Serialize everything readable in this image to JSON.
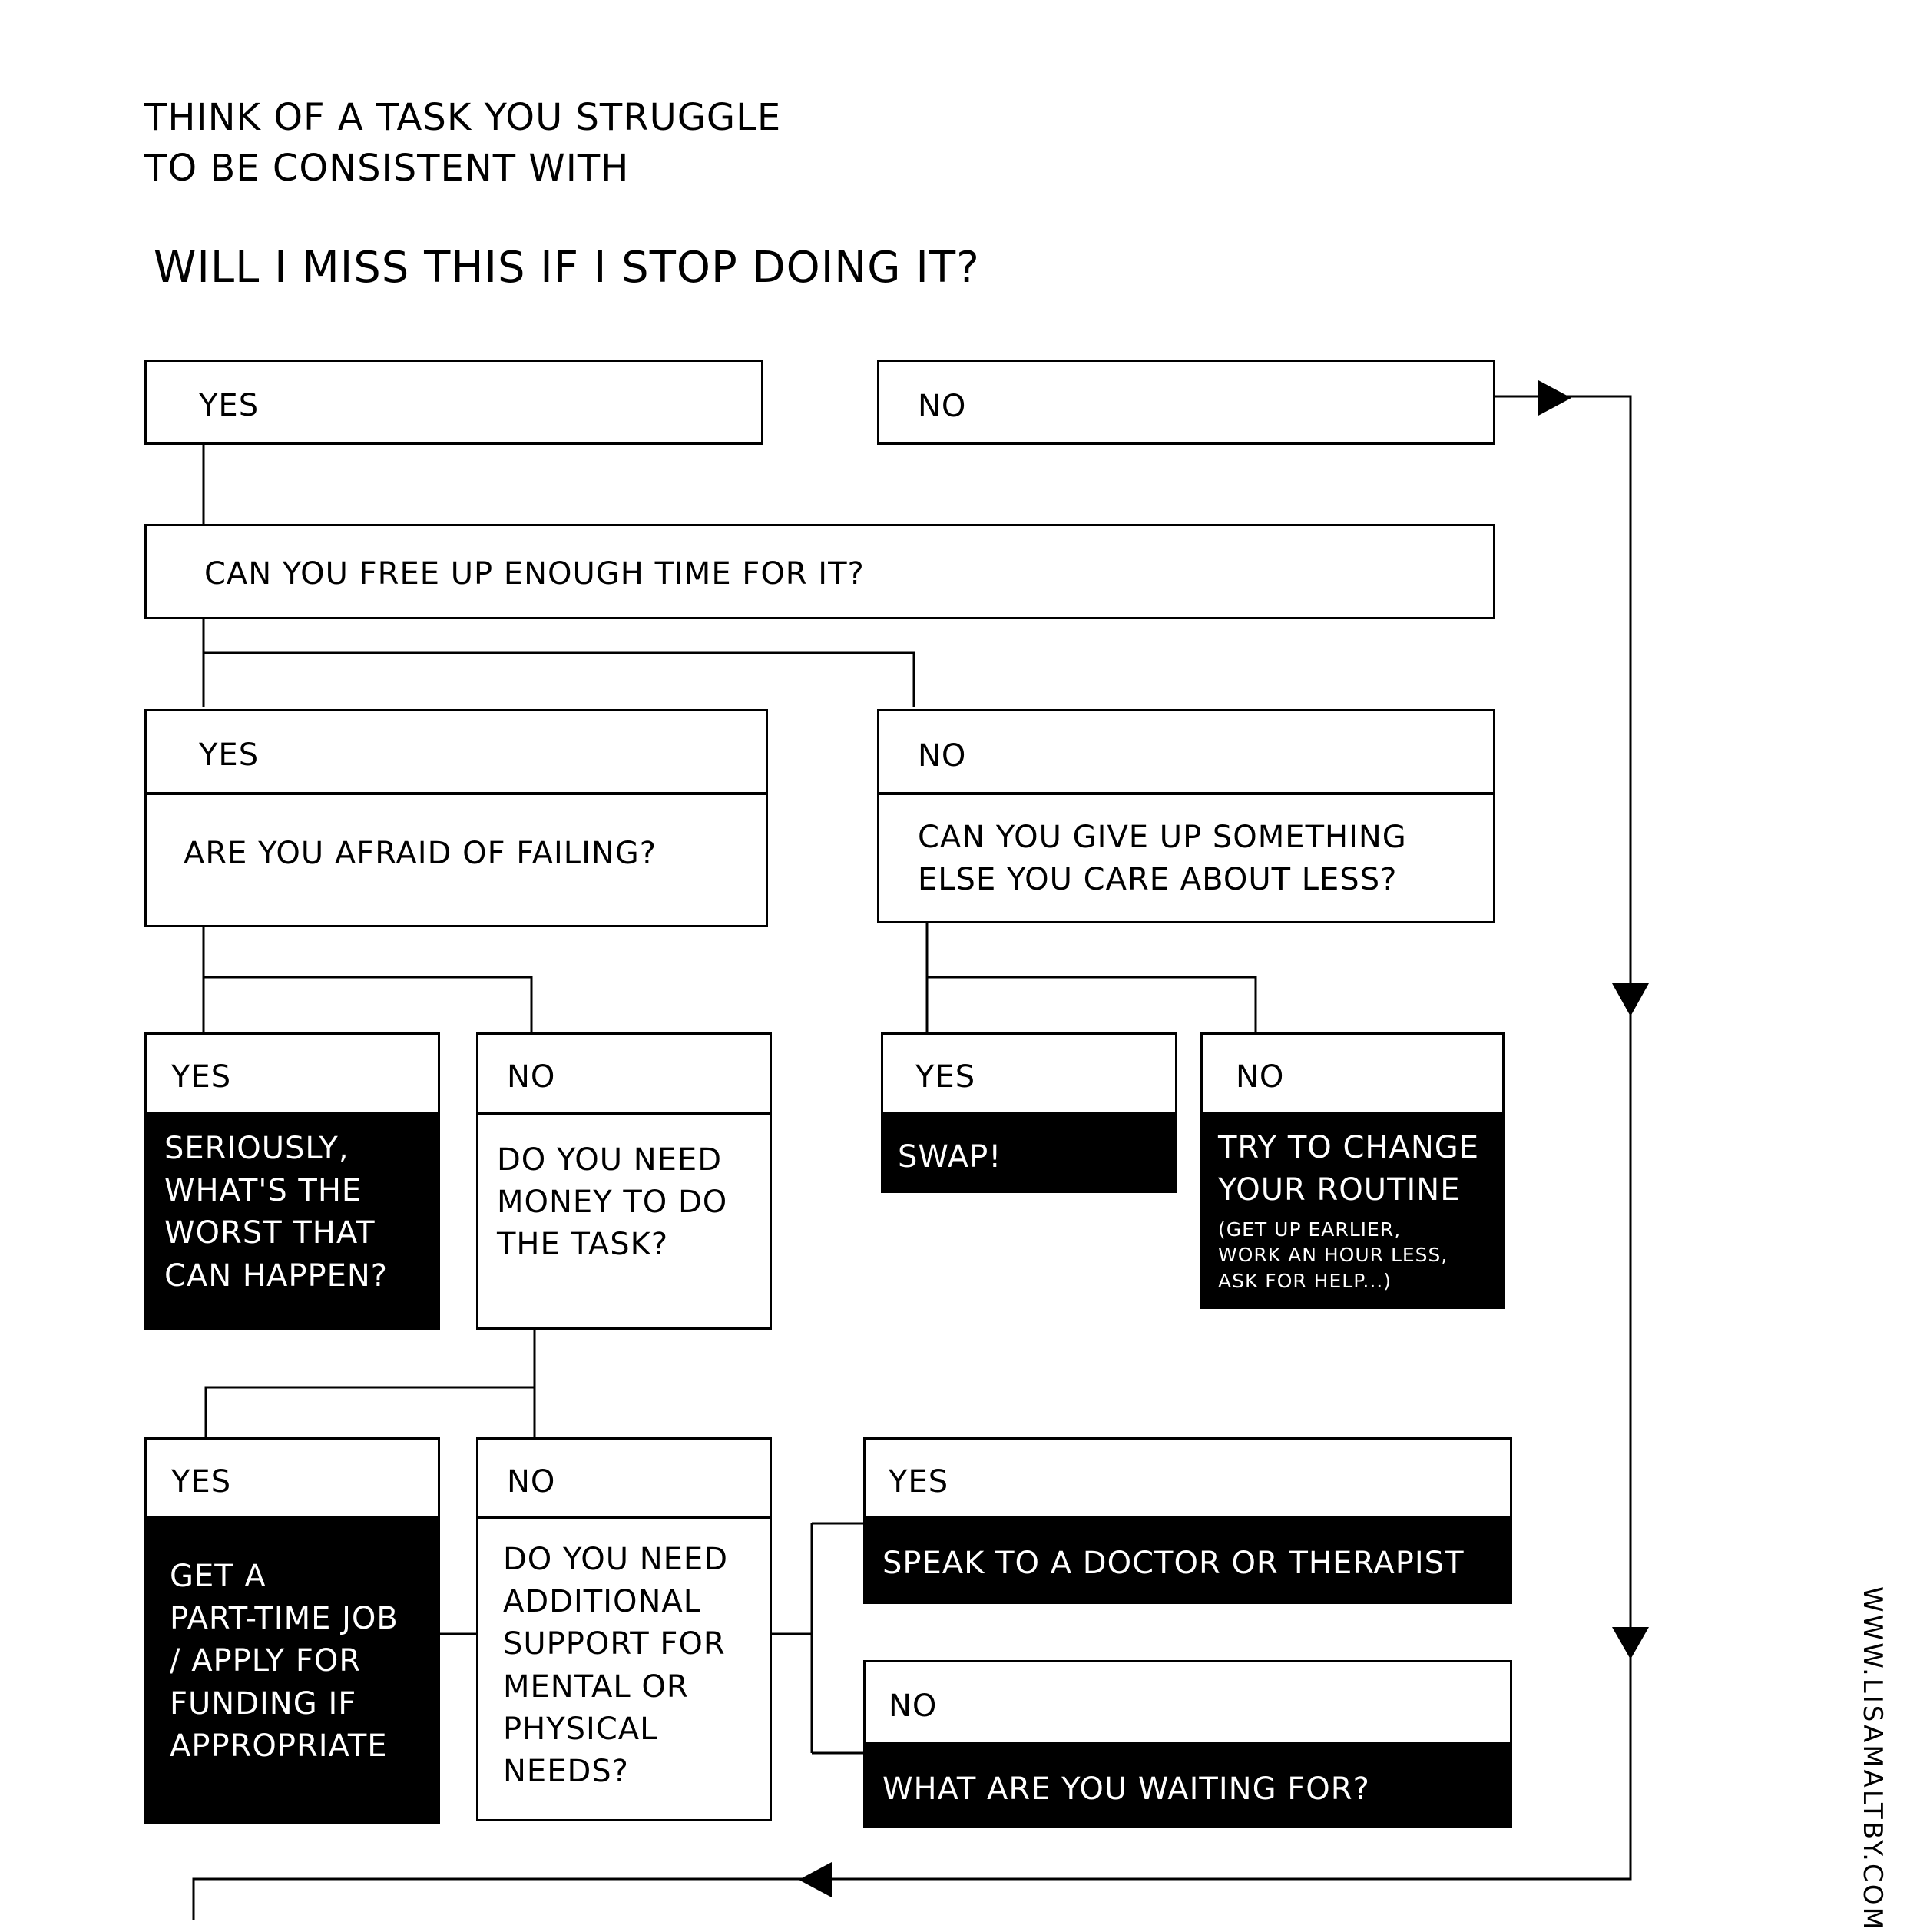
{
  "intro": "Think of a task you struggle\nto be consistent with",
  "question": "Will I miss this if I stop doing it?",
  "nodes": {
    "top_yes": "Yes",
    "top_no": "No",
    "free_time": "Can you free up enough time for it?",
    "time_yes": "Yes",
    "afraid": "Are you afraid of failing?",
    "time_no": "No",
    "give_up": "Can you give up something\nelse you care about less?",
    "afraid_yes": "Yes",
    "worst": "Seriously,\nwhat's the\nworst that\ncan happen?",
    "afraid_no": "No",
    "money": "Do you need\nmoney to do\nthe task?",
    "giveup_yes": "Yes",
    "swap": "Swap!",
    "giveup_no": "No",
    "routine": "Try to change\nyour routine",
    "routine_note": "(get up earlier,\nwork an hour less,\nask for help...)",
    "money_yes": "Yes",
    "job": "Get a\npart-time job\n/ apply for\nfunding if\nappropriate",
    "money_no": "No",
    "support": "Do you need\nadditional\nsupport for\nmental or\nphysical\nneeds?",
    "support_yes": "Yes",
    "doctor": "Speak to a doctor or therapist",
    "support_no": "No",
    "waiting": "What are you waiting for?"
  },
  "website": "www.lisamaltby.com",
  "colors": {
    "ink": "#000000",
    "paper": "#ffffff"
  }
}
